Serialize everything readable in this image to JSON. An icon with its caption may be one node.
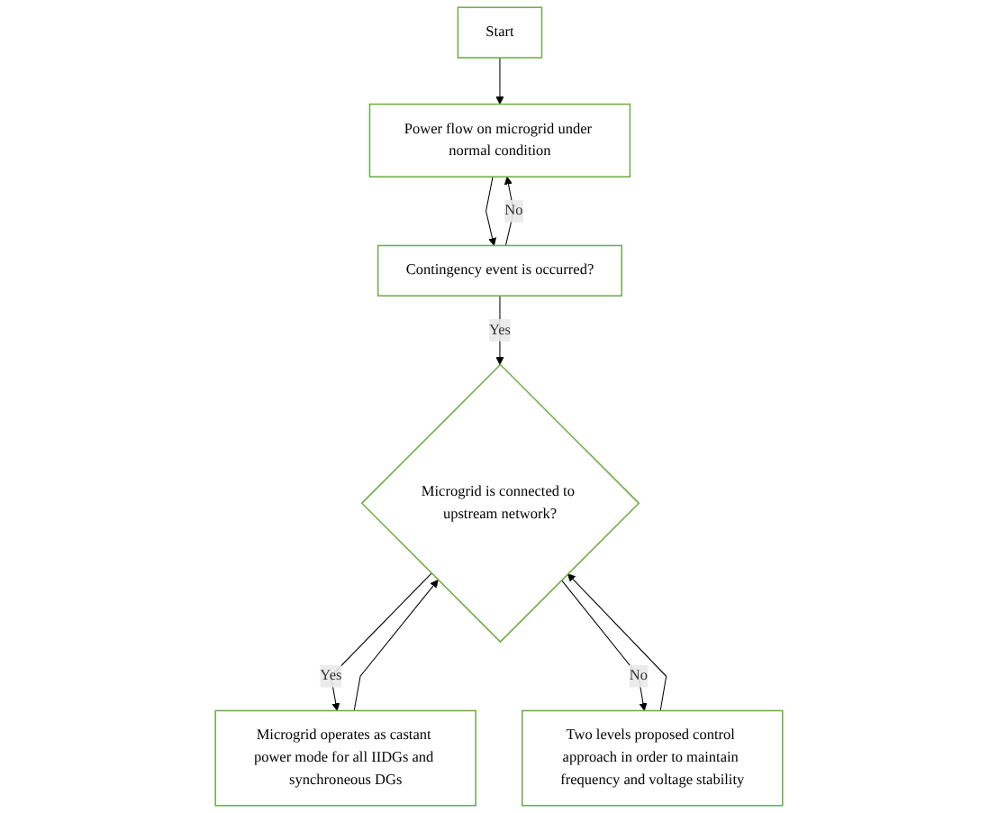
{
  "diagram": {
    "nodes": [
      {
        "text": [
          "Start"
        ]
      },
      {
        "text": [
          "Power flow on microgrid under normal condition"
        ]
      },
      {
        "text": [
          "Contingency event is occurred?"
        ]
      },
      {
        "text": [
          "Microgrid is connected to upstream network?"
        ]
      },
      {
        "text": [
          "Microgrid operates as castant power mode for all IIDGs and synchroneous DGs"
        ]
      },
      {
        "text": [
          "Two levels proposed control approach in order to maintain frequency and voltage stability"
        ]
      }
    ],
    "edges": [
      {
        "from": 0,
        "to": 1,
        "arrow": "to"
      },
      {
        "from": 1,
        "to": 2,
        "arrow": "to"
      },
      {
        "from": 2,
        "to": 1,
        "arrow": "to",
        "label": "No"
      },
      {
        "from": 2,
        "to": 3,
        "arrow": "to",
        "label": "Yes"
      },
      {
        "from": 3,
        "to": 4,
        "arrow": "to",
        "label": "Yes"
      },
      {
        "from": 3,
        "to": 5,
        "arrow": "to",
        "label": "No"
      },
      {
        "from": 4,
        "to": 3,
        "arrow": "to"
      },
      {
        "from": 5,
        "to": 3,
        "arrow": "to"
      }
    ]
  }
}
